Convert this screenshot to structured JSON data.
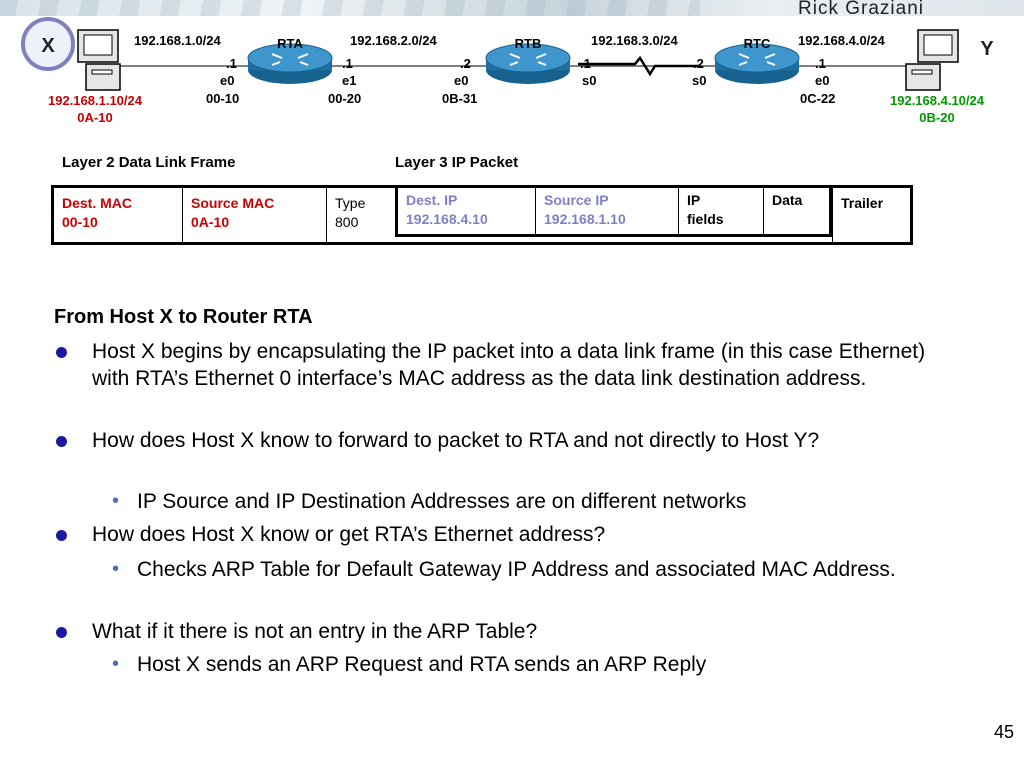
{
  "author": "Rick Graziani",
  "topology": {
    "hosts": {
      "x": "X",
      "y": "Y"
    },
    "routers": [
      "RTA",
      "RTB",
      "RTC"
    ],
    "networks": [
      "192.168.1.0/24",
      "192.168.2.0/24",
      "192.168.3.0/24",
      "192.168.4.0/24"
    ],
    "host_x": {
      "ip": "192.168.1.10/24",
      "mac": "0A-10"
    },
    "host_y": {
      "ip": "192.168.4.10/24",
      "mac": "0B-20"
    },
    "rta_e0": {
      "octet": ".1",
      "iface": "e0",
      "mac": "00-10"
    },
    "rta_e1": {
      "octet": ".1",
      "iface": "e1",
      "mac": "00-20"
    },
    "rtb_e0": {
      "octet": ".2",
      "iface": "e0",
      "mac": "0B-31"
    },
    "rtb_s0": {
      "octet": ".1",
      "iface": "s0"
    },
    "rtc_s0": {
      "octet": ".2",
      "iface": "s0"
    },
    "rtc_e0": {
      "octet": ".1",
      "iface": "e0",
      "mac": "0C-22"
    },
    "colors": {
      "host_x": "#cc0000",
      "host_y": "#009900",
      "router": "#1f6fa6"
    }
  },
  "frame": {
    "layer2_label": "Layer 2 Data Link Frame",
    "layer3_label": "Layer 3 IP Packet",
    "dest_mac": {
      "label": "Dest. MAC",
      "value": "00-10"
    },
    "source_mac": {
      "label": "Source MAC",
      "value": "0A-10"
    },
    "type": {
      "label": "Type",
      "value": "800"
    },
    "dest_ip": {
      "label": "Dest. IP",
      "value": "192.168.4.10"
    },
    "source_ip": {
      "label": "Source IP",
      "value": "192.168.1.10"
    },
    "ip_fields": {
      "line1": "IP",
      "line2": "fields"
    },
    "data": "Data",
    "trailer": "Trailer"
  },
  "content": {
    "heading": "From Host X to Router RTA",
    "bullets": [
      "Host X begins by encapsulating the IP packet into a data link frame (in this case Ethernet) with RTA’s Ethernet 0 interface’s MAC address as the data link destination address.",
      "How does Host X know to forward to packet to RTA and not directly to Host Y?",
      "How does Host X know or get RTA’s Ethernet address?",
      "What if it there is not an entry in the ARP Table?"
    ],
    "sub_bullets": [
      "IP Source and IP Destination Addresses are on different networks",
      "Checks ARP Table for Default Gateway IP Address and associated MAC Address.",
      "Host X sends an ARP Request and RTA sends an ARP Reply"
    ]
  },
  "page_number": "45"
}
